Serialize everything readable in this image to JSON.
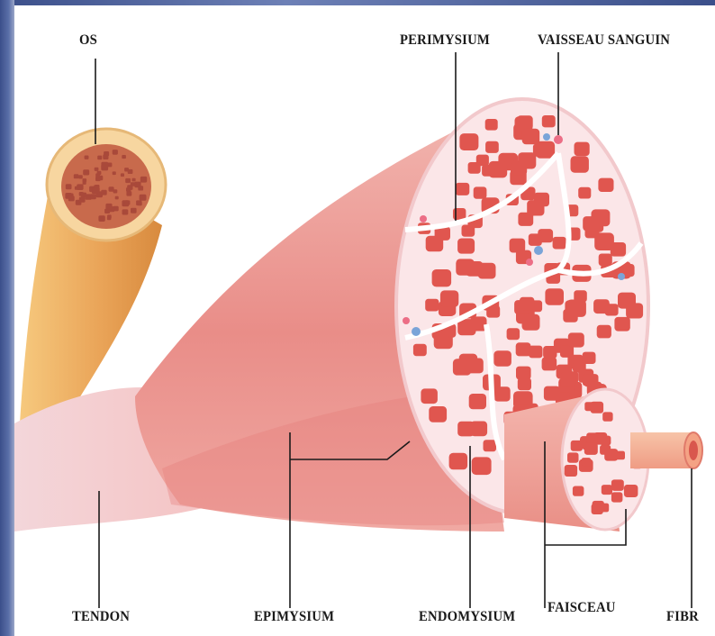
{
  "diagram": {
    "labels": {
      "os": "OS",
      "perimysium": "PERIMYSIUM",
      "vaisseau": "VAISSEAU SANGUIN",
      "tendon": "TENDON",
      "epimysium": "EPIMYSIUM",
      "endomysium": "ENDOMYSIUM",
      "faisceau": "FAISCEAU",
      "fibre": "FIBR"
    },
    "colors": {
      "bone": "#f0b464",
      "bone_marrow": "#c8654a",
      "muscle": "#ec9a94",
      "muscle_dark": "#dd6f6c",
      "tendon": "#f7e2e4",
      "fiber": "#e0564f",
      "sheath": "#fbe6e8",
      "vessel_blue": "#7aa4d8"
    }
  }
}
